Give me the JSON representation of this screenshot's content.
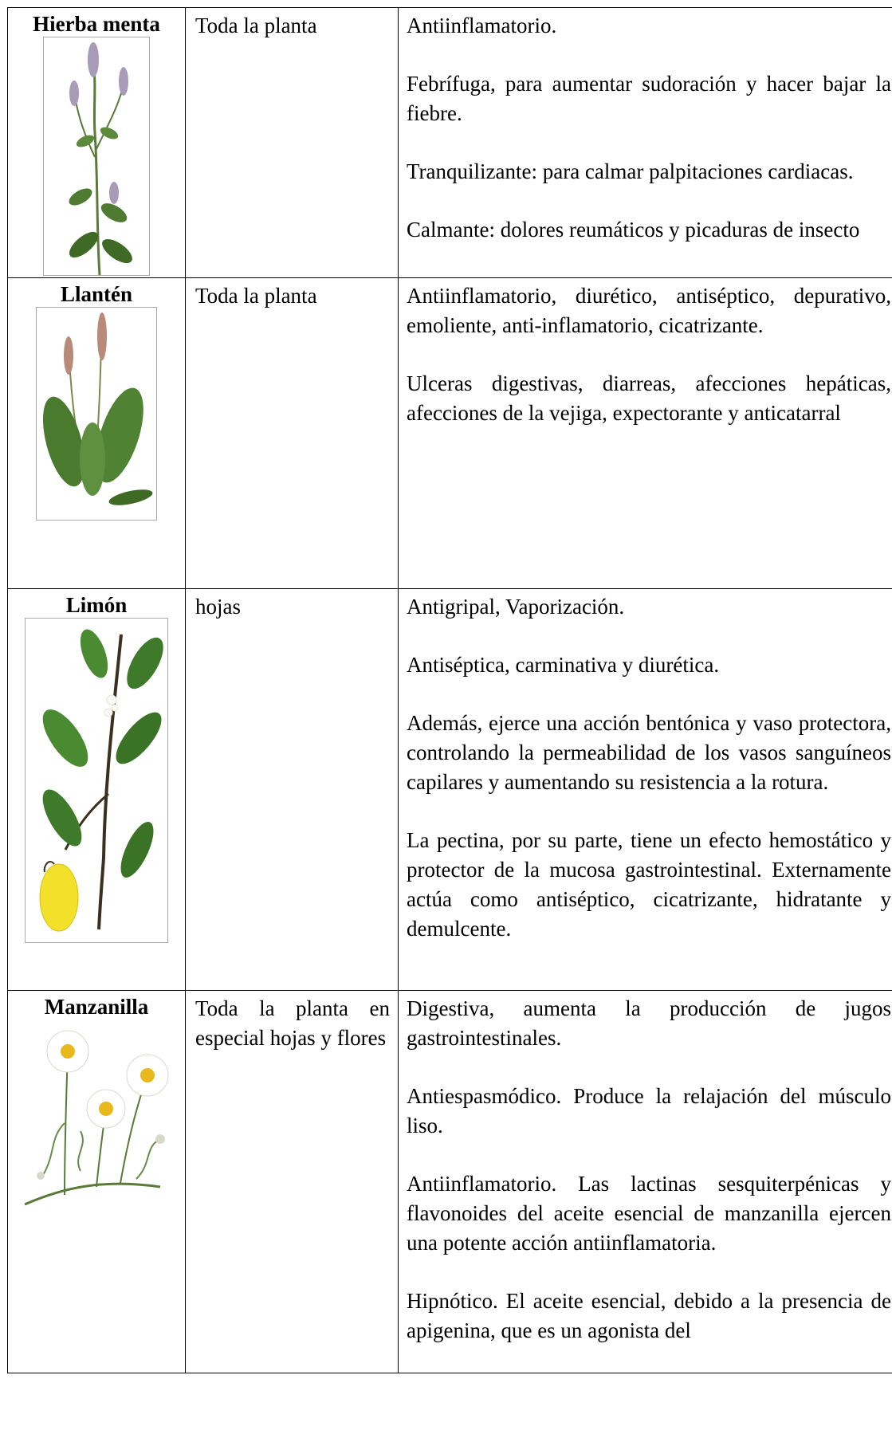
{
  "rows": [
    {
      "name": "Hierba menta",
      "part": "Toda la planta",
      "illustration_icon": "mint-plant-illustration",
      "uses": [
        "Antiinflamatorio.",
        "Febrífuga, para aumentar sudoración y hacer bajar la fiebre.",
        "Tranquilizante: para calmar palpitaciones cardiacas.",
        "Calmante: dolores reumáticos y picaduras de insecto"
      ]
    },
    {
      "name": "Llantén",
      "part": "Toda la planta",
      "illustration_icon": "plantain-plant-illustration",
      "uses": [
        "Antiinflamatorio, diurético, antiséptico, depurativo, emoliente, anti-inflamatorio, cicatrizante.",
        "Ulceras digestivas, diarreas, afecciones hepáticas, afecciones de la vejiga, expectorante y anticatarral"
      ]
    },
    {
      "name": "Limón",
      "part": "hojas",
      "illustration_icon": "lemon-branch-illustration",
      "uses": [
        "Antigripal, Vaporización.",
        "Antiséptica, carminativa y diurética.",
        "Además, ejerce una acción bentónica y vaso protectora, controlando la permeabilidad de los vasos sanguíneos capilares y aumentando su resistencia a la rotura.",
        "La pectina, por su parte, tiene un efecto hemostático y protector de la mucosa gastrointestinal. Externamente actúa como antiséptico, cicatrizante, hidratante y demulcente."
      ]
    },
    {
      "name": "Manzanilla",
      "part": "Toda la planta en especial hojas y flores",
      "illustration_icon": "chamomile-plant-illustration",
      "uses": [
        "Digestiva, aumenta la producción de jugos gastrointestinales.",
        "Antiespasmódico. Produce la relajación del músculo liso.",
        "Antiinflamatorio. Las lactinas sesquiterpénicas y flavonoides del aceite esencial de manzanilla ejercen una potente acción antiinflamatoria.",
        "Hipnótico. El aceite esencial, debido a la presencia de apigenina, que es un agonista del"
      ]
    }
  ]
}
